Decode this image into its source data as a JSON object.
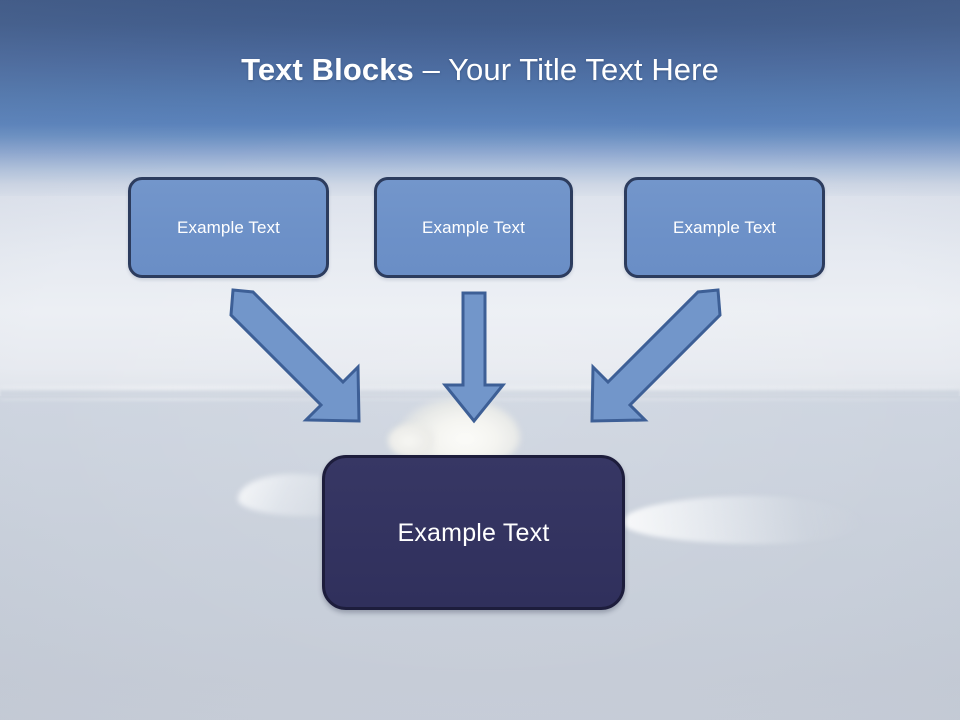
{
  "slide": {
    "title": {
      "strong": "Text Blocks",
      "rest": " – Your Title Text Here"
    },
    "background": {
      "scene": "arctic-polar-bear-on-ice",
      "sky_top_color": "#3a5584",
      "sky_bottom_color": "#5a82bb",
      "water_color": "#c9d0db",
      "haze_color": "#eceff4"
    },
    "theme": {
      "top_box_fill": "#6d91c8",
      "top_box_border": "#2c3c5e",
      "bottom_box_fill": "#333360",
      "bottom_box_border": "#1d1d3c",
      "arrow_fill": "#7296ca",
      "arrow_border": "#3d5f96",
      "text_color": "#ffffff"
    },
    "top_boxes": [
      {
        "label": "Example Text"
      },
      {
        "label": "Example Text"
      },
      {
        "label": "Example Text"
      }
    ],
    "bottom_box": {
      "label": "Example Text"
    },
    "arrows": [
      {
        "name": "arrow-diagonal-down-right",
        "from_box": 0,
        "to_box": "bottom"
      },
      {
        "name": "arrow-straight-down",
        "from_box": 1,
        "to_box": "bottom"
      },
      {
        "name": "arrow-diagonal-down-left",
        "from_box": 2,
        "to_box": "bottom"
      }
    ]
  }
}
